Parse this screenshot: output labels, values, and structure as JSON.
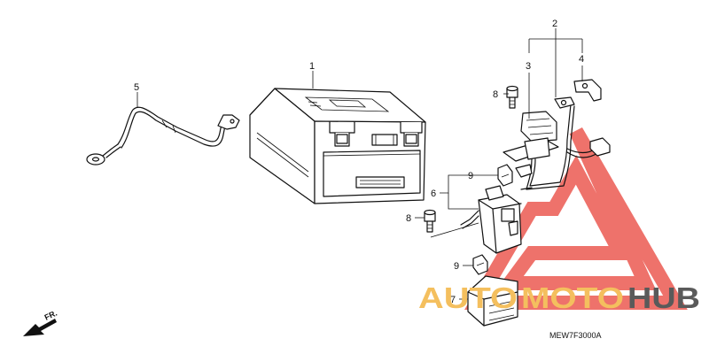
{
  "callouts": {
    "c1": "1",
    "c2": "2",
    "c3": "3",
    "c4": "4",
    "c5": "5",
    "c6": "6",
    "c7": "7",
    "c8a": "8",
    "c8b": "8",
    "c9a": "9",
    "c9b": "9"
  },
  "front_marker": "FR.",
  "diagram_code": "MEW7F3000A",
  "watermark": {
    "part1": "AUTO",
    "part2": "MOTO",
    "part3": "HUB",
    "color_triangle": "#e8433a",
    "color_orange": "#f4bf5e",
    "color_gray": "#5a5a5a"
  }
}
